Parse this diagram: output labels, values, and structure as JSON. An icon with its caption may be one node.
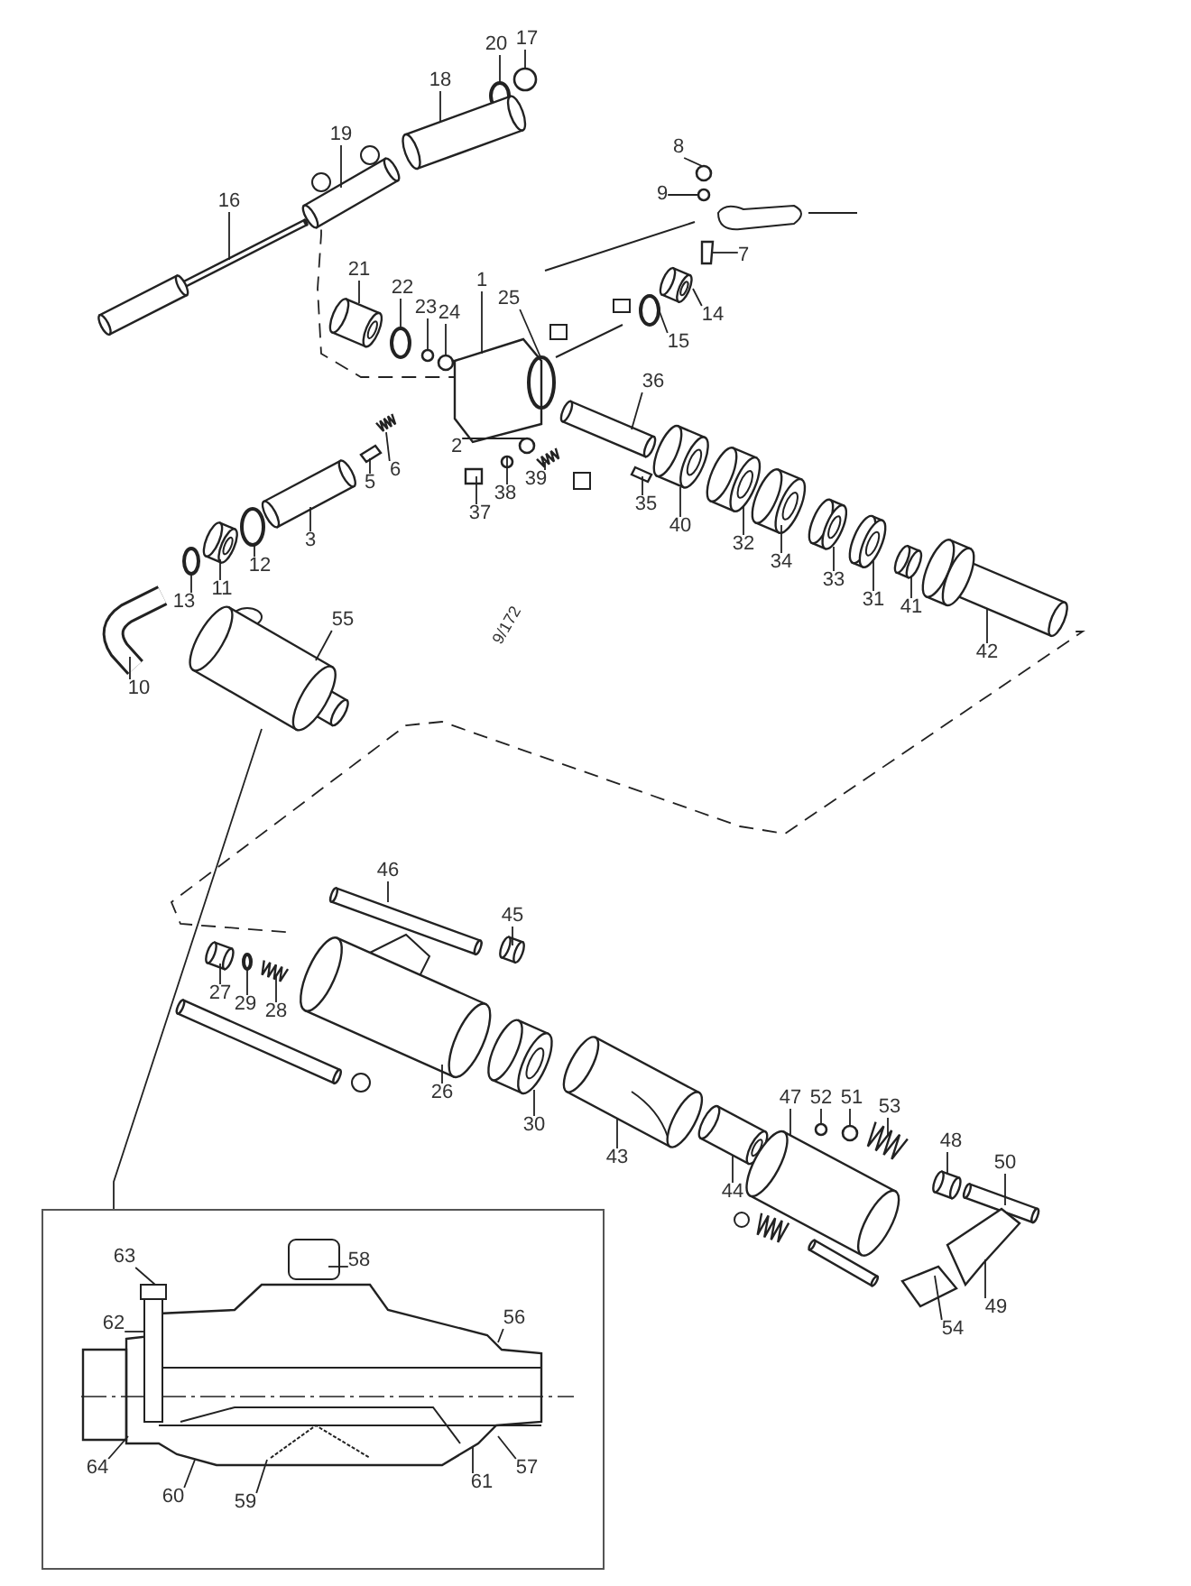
{
  "diagram": {
    "nodes": [
      {
        "text": [
          "20"
        ]
      },
      {
        "text": [
          "17"
        ]
      },
      {
        "text": [
          "18"
        ]
      },
      {
        "text": [
          "19"
        ]
      },
      {
        "text": [
          "16"
        ]
      },
      {
        "text": [
          "8"
        ]
      },
      {
        "text": [
          "9"
        ]
      },
      {
        "text": [
          "7"
        ]
      },
      {
        "text": [
          "21"
        ]
      },
      {
        "text": [
          "22"
        ]
      },
      {
        "text": [
          "23"
        ]
      },
      {
        "text": [
          "24"
        ]
      },
      {
        "text": [
          "1"
        ]
      },
      {
        "text": [
          "25"
        ]
      },
      {
        "text": [
          "14"
        ]
      },
      {
        "text": [
          "15"
        ]
      },
      {
        "text": [
          "36"
        ]
      },
      {
        "text": [
          "2"
        ]
      },
      {
        "text": [
          "5"
        ]
      },
      {
        "text": [
          "6"
        ]
      },
      {
        "text": [
          "3"
        ]
      },
      {
        "text": [
          "37"
        ]
      },
      {
        "text": [
          "38"
        ]
      },
      {
        "text": [
          "39"
        ]
      },
      {
        "text": [
          "35"
        ]
      },
      {
        "text": [
          "40"
        ]
      },
      {
        "text": [
          "32"
        ]
      },
      {
        "text": [
          "34"
        ]
      },
      {
        "text": [
          "33"
        ]
      },
      {
        "text": [
          "31"
        ]
      },
      {
        "text": [
          "41"
        ]
      },
      {
        "text": [
          "42"
        ]
      },
      {
        "text": [
          "12"
        ]
      },
      {
        "text": [
          "11"
        ]
      },
      {
        "text": [
          "13"
        ]
      },
      {
        "text": [
          "10"
        ]
      },
      {
        "text": [
          "55"
        ]
      },
      {
        "text": [
          "46"
        ]
      },
      {
        "text": [
          "45"
        ]
      },
      {
        "text": [
          "27"
        ]
      },
      {
        "text": [
          "29"
        ]
      },
      {
        "text": [
          "28"
        ]
      },
      {
        "text": [
          "26"
        ]
      },
      {
        "text": [
          "30"
        ]
      },
      {
        "text": [
          "43"
        ]
      },
      {
        "text": [
          "44"
        ]
      },
      {
        "text": [
          "47"
        ]
      },
      {
        "text": [
          "52"
        ]
      },
      {
        "text": [
          "51"
        ]
      },
      {
        "text": [
          "53"
        ]
      },
      {
        "text": [
          "48"
        ]
      },
      {
        "text": [
          "50"
        ]
      },
      {
        "text": [
          "49"
        ]
      },
      {
        "text": [
          "54"
        ]
      },
      {
        "text": [],
        "shape": "box"
      },
      {
        "text": [
          "63"
        ],
        "in": 54
      },
      {
        "text": [
          "62"
        ],
        "in": 54
      },
      {
        "text": [
          "58"
        ],
        "in": 54
      },
      {
        "text": [
          "56"
        ],
        "in": 54
      },
      {
        "text": [
          "64"
        ],
        "in": 54
      },
      {
        "text": [
          "60"
        ],
        "in": 54
      },
      {
        "text": [
          "59"
        ],
        "in": 54
      },
      {
        "text": [
          "61"
        ],
        "in": 54
      },
      {
        "text": [
          "57"
        ],
        "in": 54
      },
      {
        "text": [],
        "shape": "ring"
      },
      {
        "text": [],
        "shape": "circle"
      },
      {
        "text": [],
        "shape": "cylinder"
      },
      {
        "text": [],
        "shape": "cylinder"
      },
      {
        "text": [],
        "shape": "rod"
      },
      {
        "text": [],
        "shape": "circle"
      },
      {
        "text": [],
        "shape": "circle"
      },
      {
        "text": [],
        "shape": "box"
      },
      {
        "text": [],
        "shape": "cylinder"
      },
      {
        "text": [],
        "shape": "ring"
      },
      {
        "text": [],
        "shape": "circle"
      },
      {
        "text": [],
        "shape": "circle"
      },
      {
        "text": [],
        "shape": "box"
      },
      {
        "text": [],
        "shape": "ring"
      },
      {
        "text": [],
        "shape": "cylinder"
      },
      {
        "text": [],
        "shape": "ring"
      },
      {
        "text": [],
        "shape": "cylinder"
      },
      {
        "text": [],
        "shape": "circle"
      },
      {
        "text": [],
        "shape": "box"
      },
      {
        "text": [],
        "shape": "spring"
      },
      {
        "text": [],
        "shape": "cylinder"
      },
      {
        "text": [],
        "shape": "box"
      },
      {
        "text": [],
        "shape": "circle"
      },
      {
        "text": [],
        "shape": "spring"
      },
      {
        "text": [],
        "shape": "box"
      },
      {
        "text": [],
        "shape": "cylinder"
      },
      {
        "text": [],
        "shape": "cylinder"
      },
      {
        "text": [],
        "shape": "cylinder"
      },
      {
        "text": [],
        "shape": "cylinder"
      },
      {
        "text": [],
        "shape": "cylinder"
      },
      {
        "text": [],
        "shape": "cylinder"
      },
      {
        "text": [],
        "shape": "rod"
      },
      {
        "text": [],
        "shape": "ring"
      },
      {
        "text": [],
        "shape": "cylinder"
      },
      {
        "text": [],
        "shape": "ring"
      },
      {
        "text": [],
        "shape": "pipe"
      },
      {
        "text": [],
        "shape": "cylinder"
      },
      {
        "text": [],
        "shape": "cylinder"
      },
      {
        "text": [],
        "shape": "cylinder"
      },
      {
        "text": [],
        "shape": "cylinder"
      },
      {
        "text": [],
        "shape": "ring"
      },
      {
        "text": [],
        "shape": "spring"
      },
      {
        "text": [],
        "shape": "cylinder"
      },
      {
        "text": [],
        "shape": "cylinder"
      },
      {
        "text": [],
        "shape": "cylinder"
      },
      {
        "text": [],
        "shape": "cylinder"
      },
      {
        "text": [],
        "shape": "cylinder"
      },
      {
        "text": [],
        "shape": "circle"
      },
      {
        "text": [],
        "shape": "circle"
      },
      {
        "text": [],
        "shape": "spring"
      },
      {
        "text": [],
        "shape": "cylinder"
      },
      {
        "text": [],
        "shape": "cylinder"
      },
      {
        "text": [],
        "shape": "lever"
      },
      {
        "text": [],
        "shape": "wedge"
      },
      {
        "text": [],
        "shape": "bolt",
        "in": 54
      }
    ],
    "edges": [
      {
        "from": 0,
        "to": 64,
        "arrow": "none"
      },
      {
        "from": 1,
        "to": 65,
        "arrow": "none"
      },
      {
        "from": 2,
        "to": 66,
        "arrow": "none"
      },
      {
        "from": 3,
        "to": 67,
        "arrow": "none"
      },
      {
        "from": 4,
        "to": 68,
        "arrow": "none"
      },
      {
        "from": 5,
        "to": 69,
        "arrow": "none"
      },
      {
        "from": 6,
        "to": 70,
        "arrow": "none"
      },
      {
        "from": 7,
        "to": 71,
        "arrow": "none"
      },
      {
        "from": 8,
        "to": 72,
        "arrow": "none"
      },
      {
        "from": 9,
        "to": 73,
        "arrow": "none"
      },
      {
        "from": 10,
        "to": 74,
        "arrow": "none"
      },
      {
        "from": 11,
        "to": 75,
        "arrow": "none"
      },
      {
        "from": 12,
        "to": 76,
        "arrow": "none"
      },
      {
        "from": 13,
        "to": 77,
        "arrow": "none"
      },
      {
        "from": 14,
        "to": 78,
        "arrow": "none"
      },
      {
        "from": 15,
        "to": 79,
        "arrow": "none"
      },
      {
        "from": 16,
        "to": 80,
        "arrow": "none"
      },
      {
        "from": 17,
        "to": 81,
        "arrow": "none"
      },
      {
        "from": 18,
        "to": 82,
        "arrow": "none"
      },
      {
        "from": 19,
        "to": 83,
        "arrow": "none"
      },
      {
        "from": 20,
        "to": 84,
        "arrow": "none"
      },
      {
        "from": 21,
        "to": 85,
        "arrow": "none"
      },
      {
        "from": 22,
        "to": 86,
        "arrow": "none"
      },
      {
        "from": 23,
        "to": 87,
        "arrow": "none"
      },
      {
        "from": 24,
        "to": 88,
        "arrow": "none"
      },
      {
        "from": 25,
        "to": 89,
        "arrow": "none"
      },
      {
        "from": 26,
        "to": 90,
        "arrow": "none"
      },
      {
        "from": 27,
        "to": 91,
        "arrow": "none"
      },
      {
        "from": 28,
        "to": 92,
        "arrow": "none"
      },
      {
        "from": 29,
        "to": 93,
        "arrow": "none"
      },
      {
        "from": 30,
        "to": 94,
        "arrow": "none"
      },
      {
        "from": 31,
        "to": 95,
        "arrow": "none"
      },
      {
        "from": 32,
        "to": 96,
        "arrow": "none"
      },
      {
        "from": 33,
        "to": 97,
        "arrow": "none"
      },
      {
        "from": 34,
        "to": 98,
        "arrow": "none"
      },
      {
        "from": 35,
        "to": 99,
        "arrow": "none"
      },
      {
        "from": 36,
        "to": 100,
        "arrow": "none"
      },
      {
        "from": 37,
        "to": 101,
        "arrow": "none"
      },
      {
        "from": 38,
        "to": 102,
        "arrow": "none"
      },
      {
        "from": 39,
        "to": 103,
        "arrow": "none"
      },
      {
        "from": 40,
        "to": 104,
        "arrow": "none"
      },
      {
        "from": 41,
        "to": 105,
        "arrow": "none"
      },
      {
        "from": 42,
        "to": 106,
        "arrow": "none"
      },
      {
        "from": 43,
        "to": 107,
        "arrow": "none"
      },
      {
        "from": 44,
        "to": 108,
        "arrow": "none"
      },
      {
        "from": 45,
        "to": 109,
        "arrow": "none"
      },
      {
        "from": 46,
        "to": 110,
        "arrow": "none"
      },
      {
        "from": 47,
        "to": 111,
        "arrow": "none"
      },
      {
        "from": 48,
        "to": 112,
        "arrow": "none"
      },
      {
        "from": 49,
        "to": 113,
        "arrow": "none"
      },
      {
        "from": 50,
        "to": 114,
        "arrow": "none"
      },
      {
        "from": 51,
        "to": 115,
        "arrow": "none"
      },
      {
        "from": 52,
        "to": 116,
        "arrow": "none"
      },
      {
        "from": 53,
        "to": 117,
        "arrow": "none"
      },
      {
        "from": 100,
        "to": 54,
        "arrow": "none"
      },
      {
        "from": 55,
        "to": 118,
        "arrow": "none"
      },
      {
        "from": 56,
        "to": 118,
        "arrow": "none"
      },
      {
        "from": 57,
        "to": null,
        "arrow": "none"
      },
      {
        "from": 58,
        "to": null,
        "arrow": "none"
      },
      {
        "from": 59,
        "to": null,
        "arrow": "none"
      },
      {
        "from": 60,
        "to": null,
        "arrow": "none"
      },
      {
        "from": 61,
        "to": null,
        "arrow": "none"
      },
      {
        "from": 62,
        "to": null,
        "arrow": "none"
      },
      {
        "from": 63,
        "to": null,
        "arrow": "none"
      },
      {
        "from": 67,
        "to": 76,
        "arrow": "none",
        "style": "dashed"
      },
      {
        "from": 95,
        "to": 106,
        "arrow": "none",
        "style": "dashed"
      }
    ],
    "labels": [
      "9/172"
    ]
  }
}
